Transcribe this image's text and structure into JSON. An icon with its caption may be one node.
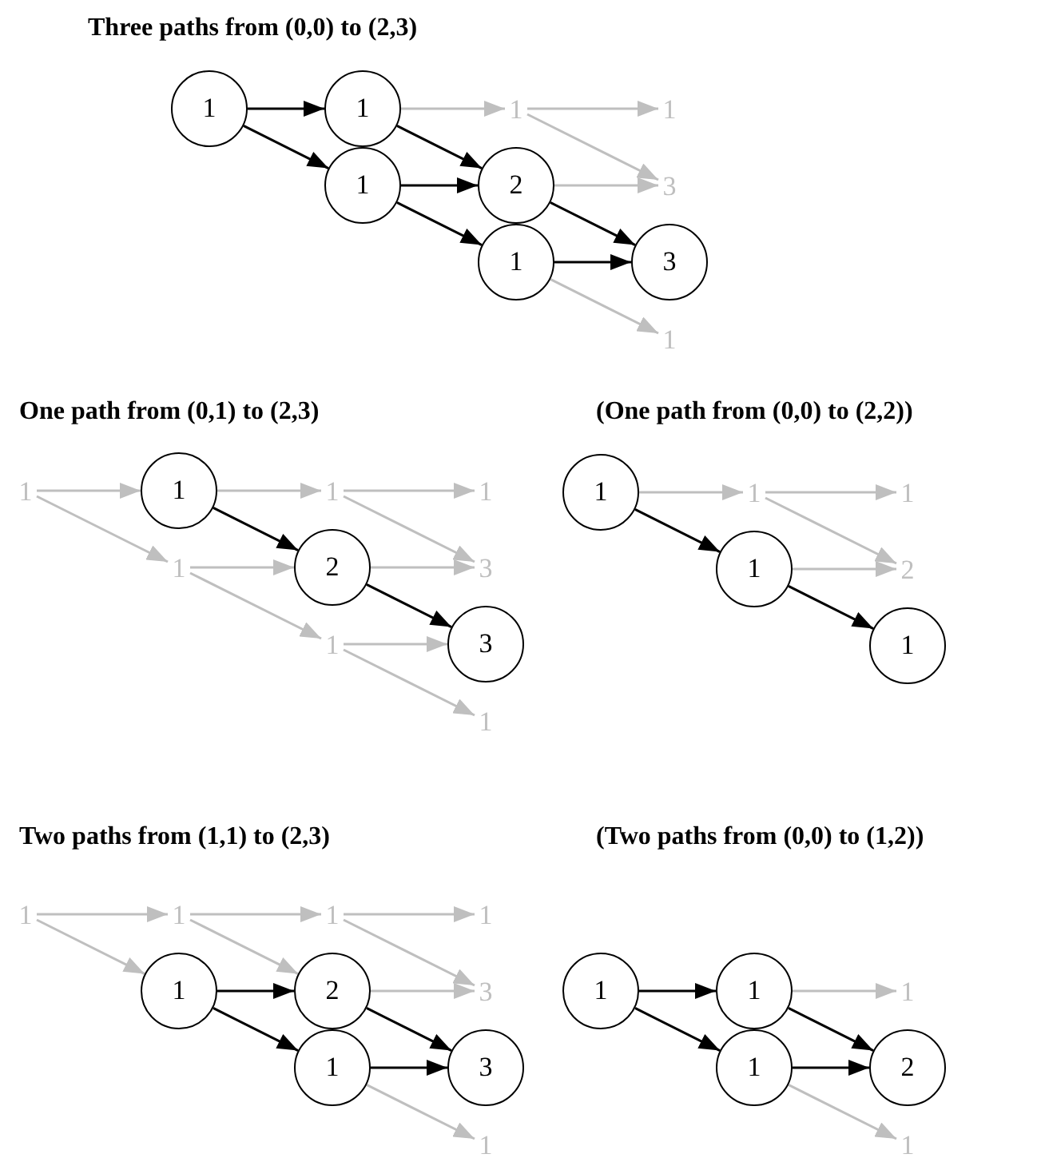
{
  "diagram": {
    "nodes": [
      {
        "text": [
          "1"
        ]
      },
      {
        "text": [
          "1"
        ]
      },
      {
        "text": [
          "1"
        ]
      },
      {
        "text": [
          "1"
        ]
      },
      {
        "text": [
          "2"
        ]
      },
      {
        "text": [
          "1"
        ]
      },
      {
        "text": [
          "1"
        ]
      },
      {
        "text": [
          "3"
        ]
      },
      {
        "text": [
          "3"
        ]
      },
      {
        "text": [
          "1"
        ]
      },
      {
        "text": [
          "1"
        ]
      },
      {
        "text": [
          "1"
        ]
      },
      {
        "text": [
          "1"
        ]
      },
      {
        "text": [
          "1"
        ]
      },
      {
        "text": [
          "2"
        ]
      },
      {
        "text": [
          "1"
        ]
      },
      {
        "text": [
          "1"
        ]
      },
      {
        "text": [
          "3"
        ]
      },
      {
        "text": [
          "3"
        ]
      },
      {
        "text": [
          "1"
        ]
      },
      {
        "text": [
          "1"
        ]
      },
      {
        "text": [
          "1"
        ]
      },
      {
        "text": [
          "1"
        ]
      },
      {
        "text": [
          "1"
        ]
      },
      {
        "text": [
          "2"
        ]
      },
      {
        "text": [
          "1"
        ]
      },
      {
        "text": [
          "1"
        ]
      },
      {
        "text": [
          "1"
        ]
      },
      {
        "text": [
          "1"
        ]
      },
      {
        "text": [
          "1"
        ]
      },
      {
        "text": [
          "2"
        ]
      },
      {
        "text": [
          "1"
        ]
      },
      {
        "text": [
          "1"
        ]
      },
      {
        "text": [
          "3"
        ]
      },
      {
        "text": [
          "3"
        ]
      },
      {
        "text": [
          "1"
        ]
      },
      {
        "text": [
          "1"
        ]
      },
      {
        "text": [
          "1"
        ]
      },
      {
        "text": [
          "1"
        ]
      },
      {
        "text": [
          "1"
        ]
      },
      {
        "text": [
          "2"
        ]
      },
      {
        "text": [
          "1"
        ]
      }
    ],
    "edges": [
      {
        "from": 0,
        "to": 1,
        "arrow": "to",
        "color": "#000000"
      },
      {
        "from": 0,
        "to": 2,
        "arrow": "to",
        "color": "#000000"
      },
      {
        "from": 1,
        "to": 3,
        "arrow": "to"
      },
      {
        "from": 1,
        "to": 4,
        "arrow": "to",
        "color": "#000000"
      },
      {
        "from": 2,
        "to": 4,
        "arrow": "to",
        "color": "#000000"
      },
      {
        "from": 2,
        "to": 5,
        "arrow": "to",
        "color": "#000000"
      },
      {
        "from": 3,
        "to": 6,
        "arrow": "to"
      },
      {
        "from": 3,
        "to": 7,
        "arrow": "to"
      },
      {
        "from": 4,
        "to": 7,
        "arrow": "to"
      },
      {
        "from": 4,
        "to": 8,
        "arrow": "to",
        "color": "#000000"
      },
      {
        "from": 5,
        "to": 8,
        "arrow": "to",
        "color": "#000000"
      },
      {
        "from": 5,
        "to": 9,
        "arrow": "to"
      },
      {
        "from": 10,
        "to": 11,
        "arrow": "to"
      },
      {
        "from": 10,
        "to": 12,
        "arrow": "to"
      },
      {
        "from": 11,
        "to": 13,
        "arrow": "to"
      },
      {
        "from": 11,
        "to": 14,
        "arrow": "to",
        "color": "#000000"
      },
      {
        "from": 12,
        "to": 14,
        "arrow": "to"
      },
      {
        "from": 12,
        "to": 15,
        "arrow": "to"
      },
      {
        "from": 13,
        "to": 16,
        "arrow": "to"
      },
      {
        "from": 13,
        "to": 17,
        "arrow": "to"
      },
      {
        "from": 14,
        "to": 17,
        "arrow": "to"
      },
      {
        "from": 14,
        "to": 18,
        "arrow": "to",
        "color": "#000000"
      },
      {
        "from": 15,
        "to": 18,
        "arrow": "to"
      },
      {
        "from": 15,
        "to": 19,
        "arrow": "to"
      },
      {
        "from": 20,
        "to": 21,
        "arrow": "to"
      },
      {
        "from": 20,
        "to": 22,
        "arrow": "to",
        "color": "#000000"
      },
      {
        "from": 21,
        "to": 23,
        "arrow": "to"
      },
      {
        "from": 21,
        "to": 24,
        "arrow": "to"
      },
      {
        "from": 22,
        "to": 24,
        "arrow": "to"
      },
      {
        "from": 22,
        "to": 25,
        "arrow": "to",
        "color": "#000000"
      },
      {
        "from": 26,
        "to": 27,
        "arrow": "to"
      },
      {
        "from": 26,
        "to": 28,
        "arrow": "to"
      },
      {
        "from": 27,
        "to": 29,
        "arrow": "to"
      },
      {
        "from": 27,
        "to": 30,
        "arrow": "to"
      },
      {
        "from": 28,
        "to": 30,
        "arrow": "to",
        "color": "#000000"
      },
      {
        "from": 28,
        "to": 31,
        "arrow": "to",
        "color": "#000000"
      },
      {
        "from": 29,
        "to": 32,
        "arrow": "to"
      },
      {
        "from": 29,
        "to": 33,
        "arrow": "to"
      },
      {
        "from": 30,
        "to": 33,
        "arrow": "to"
      },
      {
        "from": 30,
        "to": 34,
        "arrow": "to",
        "color": "#000000"
      },
      {
        "from": 31,
        "to": 34,
        "arrow": "to",
        "color": "#000000"
      },
      {
        "from": 31,
        "to": 35,
        "arrow": "to"
      },
      {
        "from": 36,
        "to": 37,
        "arrow": "to",
        "color": "#000000"
      },
      {
        "from": 36,
        "to": 38,
        "arrow": "to",
        "color": "#000000"
      },
      {
        "from": 37,
        "to": 39,
        "arrow": "to"
      },
      {
        "from": 37,
        "to": 40,
        "arrow": "to",
        "color": "#000000"
      },
      {
        "from": 38,
        "to": 40,
        "arrow": "to",
        "color": "#000000"
      },
      {
        "from": 38,
        "to": 41,
        "arrow": "to"
      }
    ],
    "labels": [
      "Three paths from (0,0) to (2,3)",
      "One path from (0,1) to (2,3)",
      "(One path from (0,0) to (2,2))",
      "Two paths from (1,1) to (2,3)",
      "(Two paths from (0,0) to (1,2))"
    ]
  }
}
